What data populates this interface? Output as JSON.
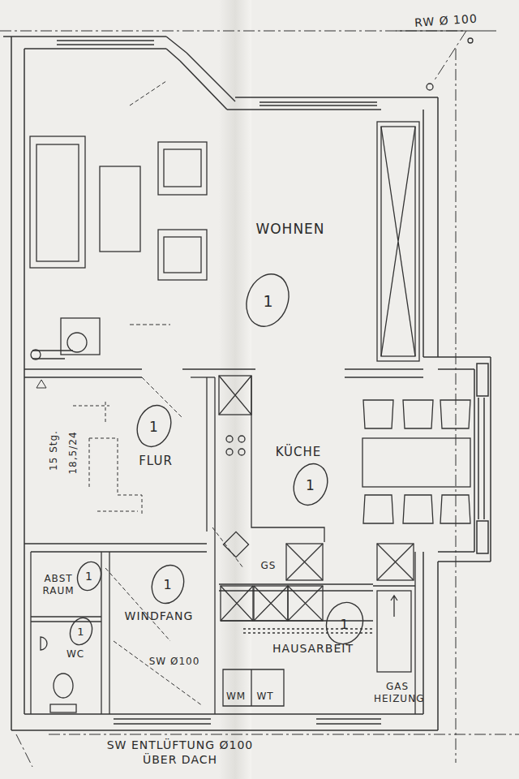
{
  "diagram": {
    "labels": [
      "RW Ø 100",
      "WOHNEN",
      "1",
      "15 Stg.",
      "18,5/24",
      "1",
      "FLUR",
      "KÜCHE",
      "1",
      "GS",
      "ABST RAUM",
      "1",
      "1",
      "WINDFANG",
      "1",
      "WC",
      "1",
      "SW Ø100",
      "HAUSARBEIT",
      "WM",
      "WT",
      "GAS HEIZUNG",
      "SW ENTLÜFTUNG Ø100 ÜBER DACH"
    ]
  }
}
